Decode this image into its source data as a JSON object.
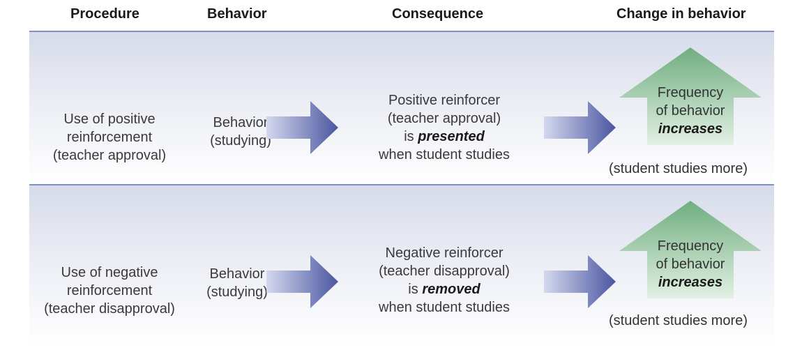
{
  "headers": {
    "procedure": "Procedure",
    "behavior": "Behavior",
    "consequence": "Consequence",
    "change": "Change in behavior"
  },
  "rows": [
    {
      "procedure": [
        "Use of positive",
        "reinforcement",
        "(teacher approval)"
      ],
      "behavior": [
        "Behavior",
        "(studying)"
      ],
      "consequence": {
        "line1": "Positive reinforcer",
        "line2": "(teacher approval)",
        "is": "is",
        "keyword": "presented",
        "line4": "when student studies"
      },
      "change": {
        "line1": "Frequency",
        "line2": "of behavior",
        "keyword": "increases"
      },
      "note": "(student studies more)"
    },
    {
      "procedure": [
        "Use of negative",
        "reinforcement",
        "(teacher disapproval)"
      ],
      "behavior": [
        "Behavior",
        "(studying)"
      ],
      "consequence": {
        "line1": "Negative reinforcer",
        "line2": "(teacher disapproval)",
        "is": "is",
        "keyword": "removed",
        "line4": "when student studies"
      },
      "change": {
        "line1": "Frequency",
        "line2": "of behavior",
        "keyword": "increases"
      },
      "note": "(student studies more)"
    }
  ],
  "colors": {
    "rule": "#7f8fc4",
    "arrow_dark": "#4a56a0",
    "arrow_light": "#d4d8ee",
    "up_arrow_dark": "#6fae7f",
    "up_arrow_light": "#e3f0e4"
  }
}
